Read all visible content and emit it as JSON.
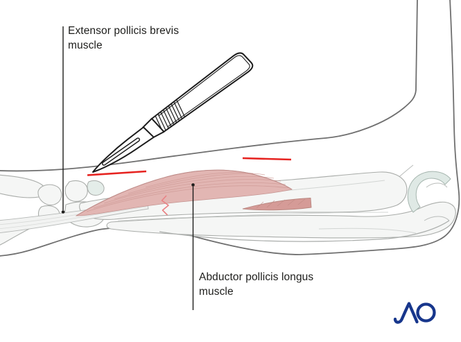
{
  "labels": {
    "extensor": {
      "lines": [
        "Extensor pollicis brevis",
        "muscle"
      ]
    },
    "abductor": {
      "lines": [
        "Abductor pollicis longus",
        "muscle"
      ]
    }
  },
  "logo": {
    "label": "AO"
  },
  "colors": {
    "incision_red": "#e62320",
    "fascia_split_red": "#ea8184",
    "muscle_pink": "#e2b6b3",
    "deep_muscle_pink": "#d59b97",
    "bone_fill": "#f5f6f5",
    "bone_outline": "#a9aca9",
    "cartilage_tint": "#dfe9e5",
    "skin_outline": "#6f6f6f",
    "scalpel_outline": "#1c1c1c",
    "label_text": "#1d1d1b",
    "logo_blue": "#17368c"
  }
}
